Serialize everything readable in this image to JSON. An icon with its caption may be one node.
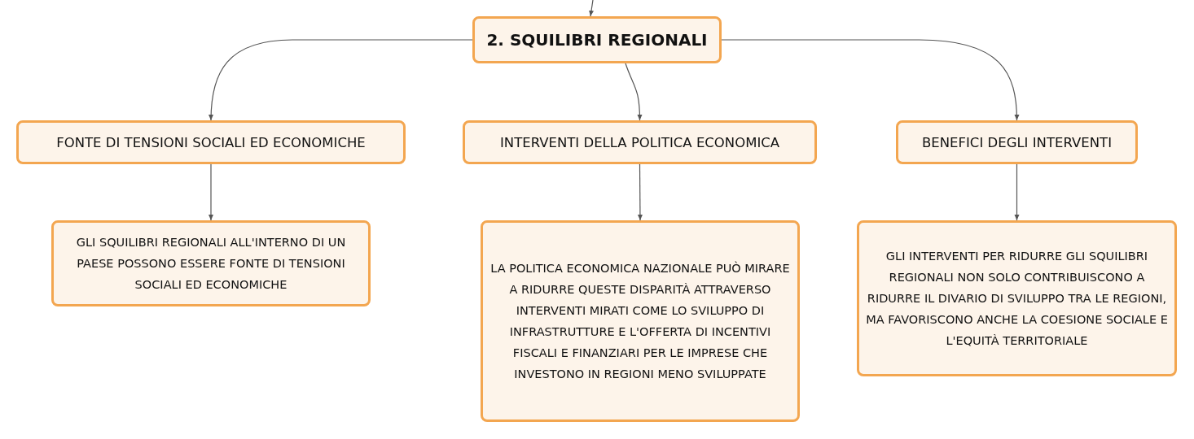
{
  "diagram": {
    "nodes": [
      {
        "text": [
          "2. SQUILIBRI REGIONALI"
        ]
      },
      {
        "text": [
          "FONTE DI TENSIONI SOCIALI ED ECONOMICHE"
        ]
      },
      {
        "text": [
          "INTERVENTI DELLA POLITICA ECONOMICA"
        ]
      },
      {
        "text": [
          "BENEFICI DEGLI INTERVENTI"
        ]
      },
      {
        "text": [
          "GLI SQUILIBRI REGIONALI ALL'INTERNO DI UN PAESE POSSONO ESSERE FONTE DI TENSIONI SOCIALI ED ECONOMICHE"
        ]
      },
      {
        "text": [
          "LA POLITICA ECONOMICA NAZIONALE PUÒ MIRARE A RIDURRE QUESTE DISPARITÀ ATTRAVERSO INTERVENTI MIRATI COME LO SVILUPPO DI INFRASTRUTTURE E L'OFFERTA DI INCENTIVI FISCALI E FINANZIARI PER LE IMPRESE CHE INVESTONO IN REGIONI MENO SVILUPPATE"
        ]
      },
      {
        "text": [
          "GLI INTERVENTI PER RIDURRE GLI SQUILIBRI REGIONALI NON SOLO CONTRIBUISCONO A RIDURRE IL DIVARIO DI SVILUPPO TRA LE REGIONI, MA FAVORISCONO ANCHE LA COESIONE SOCIALE E L'EQUITÀ TERRITORIALE"
        ]
      }
    ],
    "edges": [
      {
        "from": null,
        "to": 0,
        "arrow": "to"
      },
      {
        "from": 0,
        "to": 1,
        "arrow": "to"
      },
      {
        "from": 0,
        "to": 2,
        "arrow": "to"
      },
      {
        "from": 0,
        "to": 3,
        "arrow": "to"
      },
      {
        "from": 1,
        "to": 4,
        "arrow": "to"
      },
      {
        "from": 2,
        "to": 5,
        "arrow": "to"
      },
      {
        "from": 3,
        "to": 6,
        "arrow": "to"
      }
    ]
  }
}
